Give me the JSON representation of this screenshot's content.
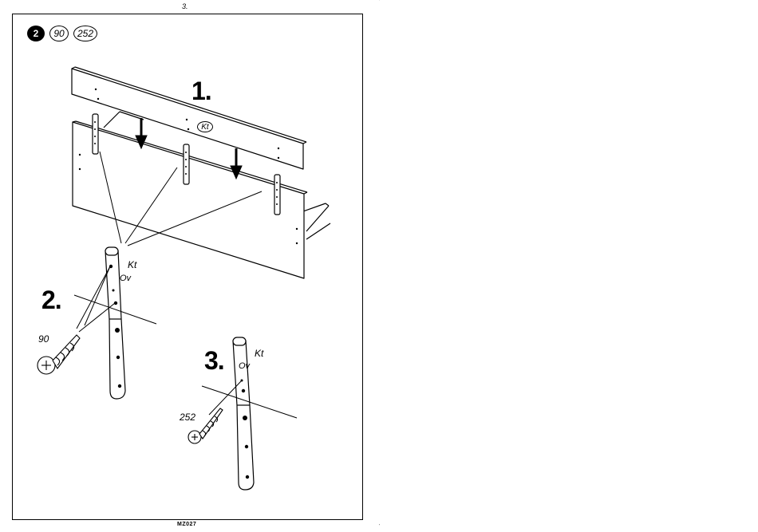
{
  "page": {
    "page_number": "3.",
    "footer_code": "MZ027"
  },
  "badges": [
    {
      "label": "2",
      "style": "filled"
    },
    {
      "label": "90",
      "style": "outline"
    },
    {
      "label": "252",
      "style": "outline"
    }
  ],
  "steps": [
    {
      "label": "1."
    },
    {
      "label": "2."
    },
    {
      "label": "3."
    }
  ],
  "labels": {
    "headboard_part": "Kt",
    "leg_part_1": "Kt",
    "leg_part_2": "Kt",
    "bracket_1": "Ov",
    "bracket_2": "Ov",
    "screw_large": "90",
    "screw_small": "252"
  },
  "marks": {
    "top_right": "'",
    "bottom_right": "'"
  }
}
